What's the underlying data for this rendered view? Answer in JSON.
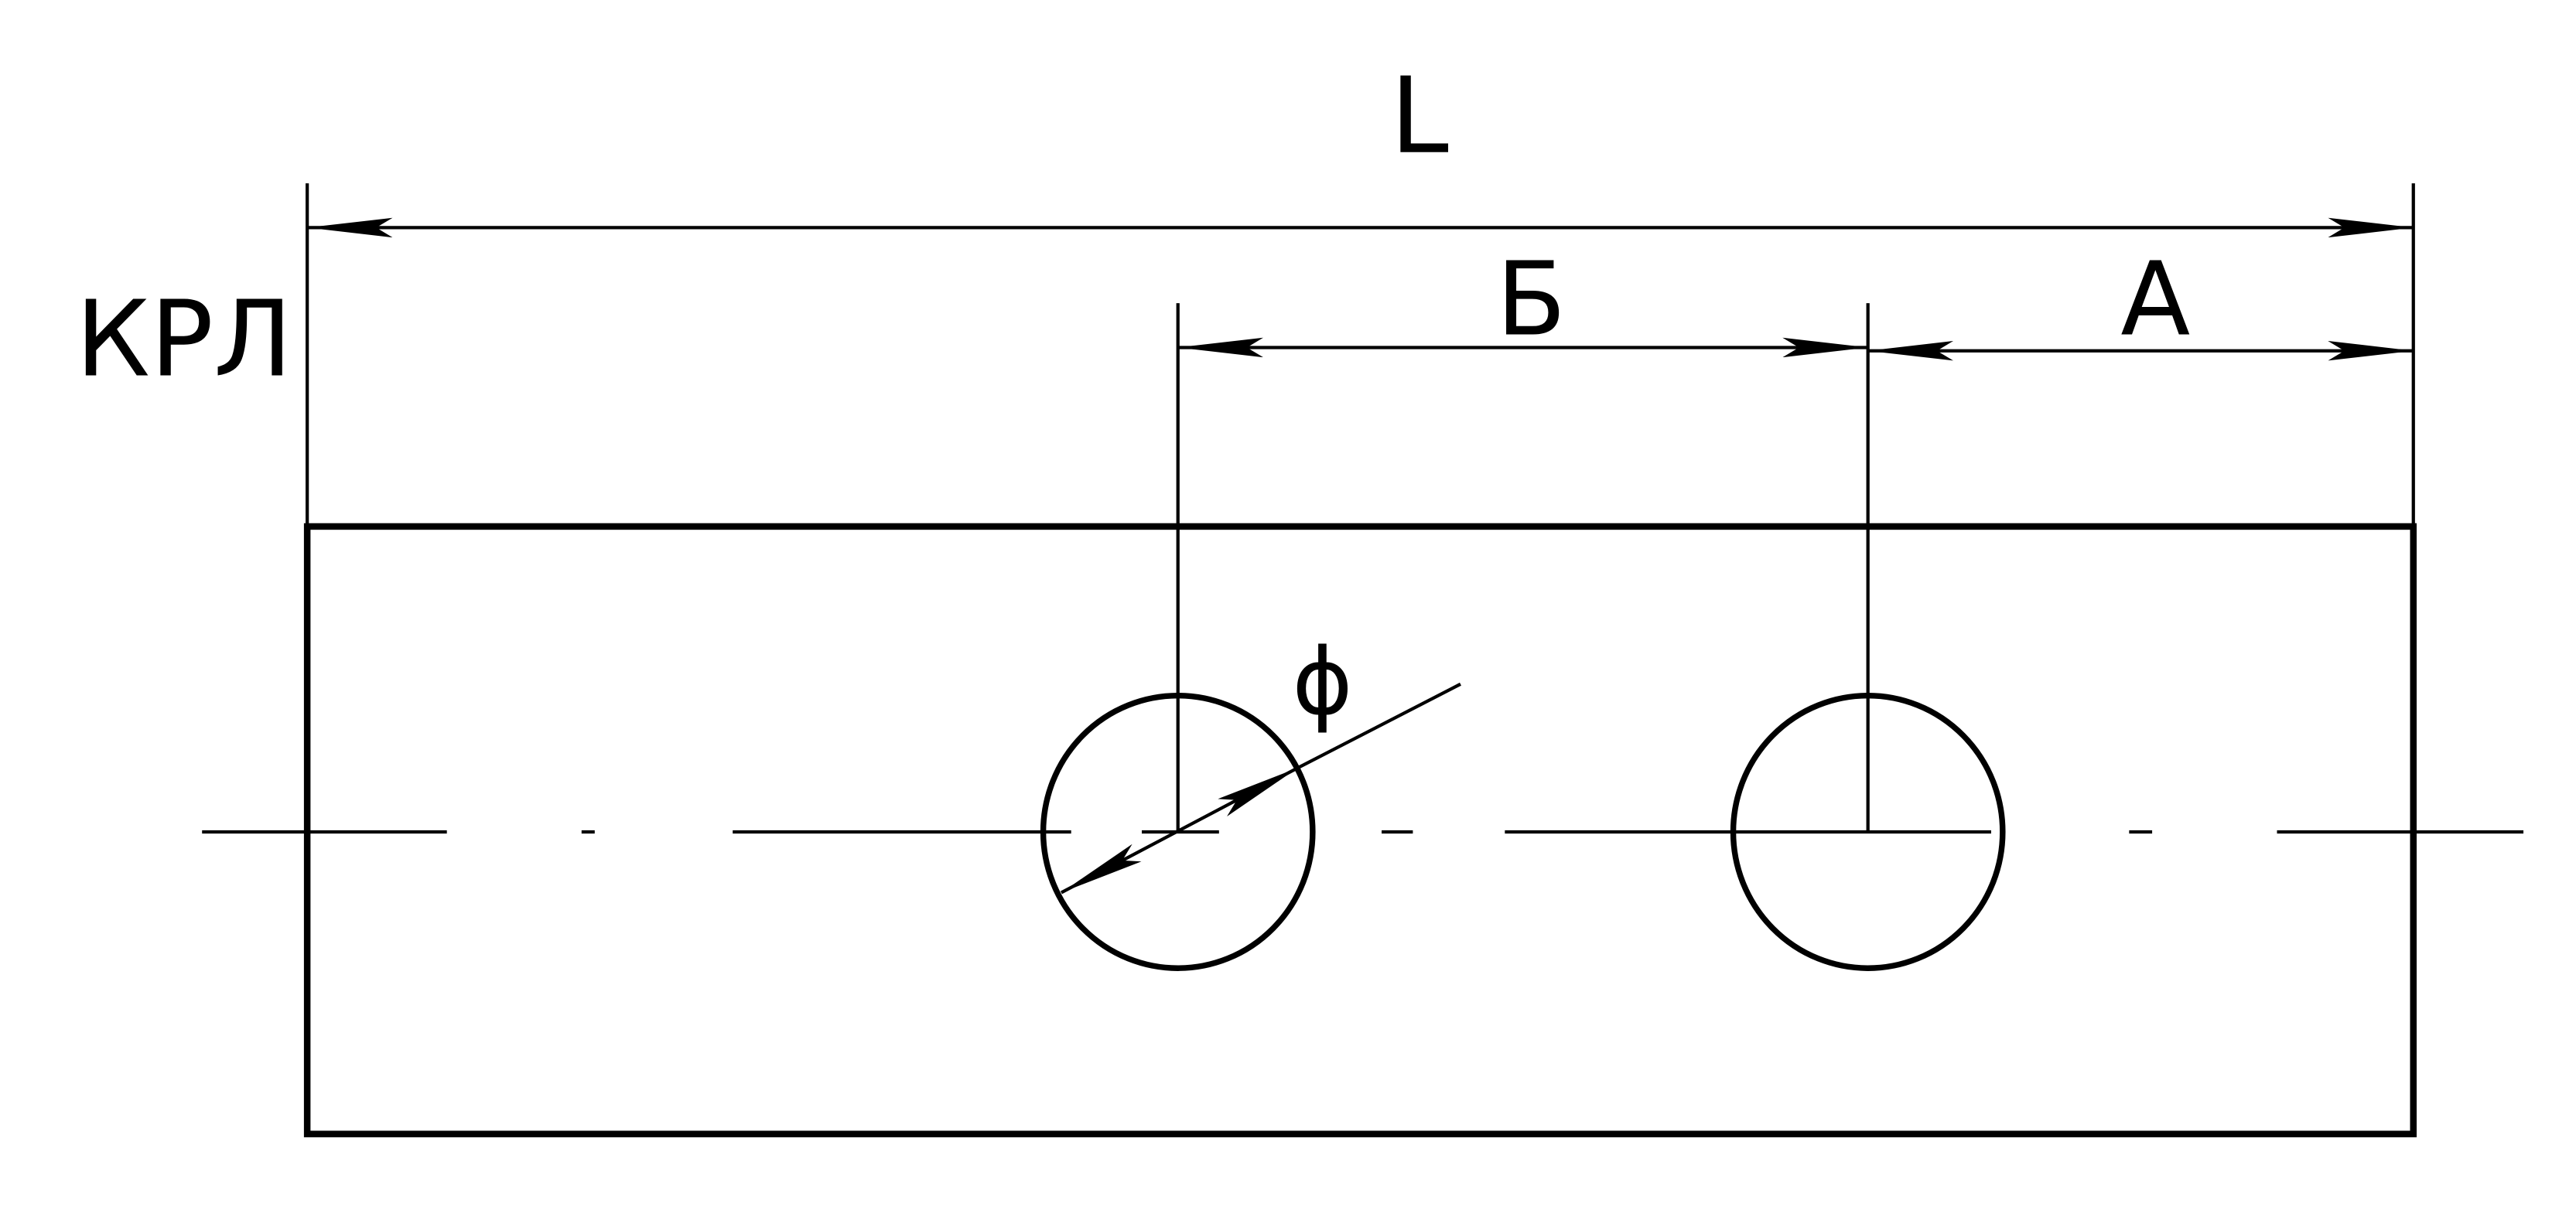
{
  "labels": {
    "overall_length": "L",
    "spacing_b": "Б",
    "offset_a": "А",
    "side_label": "КРЛ",
    "diameter_symbol": "ϕ"
  },
  "colors": {
    "line": "#000000",
    "background": "#ffffff"
  }
}
